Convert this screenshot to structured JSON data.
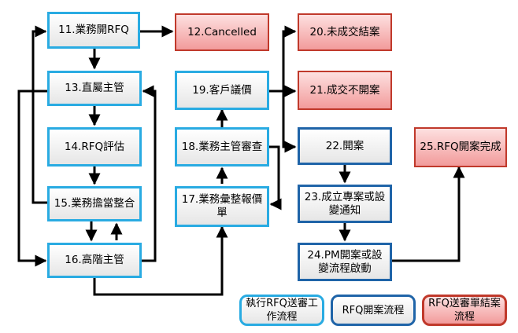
{
  "nodes": {
    "n11": "11.業務開RFQ",
    "n12": "12.Cancelled",
    "n13": "13.直屬主管",
    "n14": "14.RFQ評估",
    "n15": "15.業務擔當整合",
    "n16": "16.高階主管",
    "n17": "17.業務彙整報價單",
    "n18": "18.業務主管審查",
    "n19": "19.客戶議價",
    "n20": "20.未成交結案",
    "n21": "21.成交不開案",
    "n22": "22.開案",
    "n23": "23.成立專案或設變通知",
    "n24": "24.PM開案或設變流程啟動",
    "n25": "25.RFQ開案完成"
  },
  "legend": {
    "cyan": "執行RFQ送審工作流程",
    "blue": "RFQ開案流程",
    "red": "RFQ送審單結案流程"
  },
  "colors": {
    "cyan_border": "#29abe2",
    "blue_border": "#1f64a8",
    "red_border": "#c0392b",
    "red_fill": "#f4a6a6",
    "arrow": "#000000"
  }
}
